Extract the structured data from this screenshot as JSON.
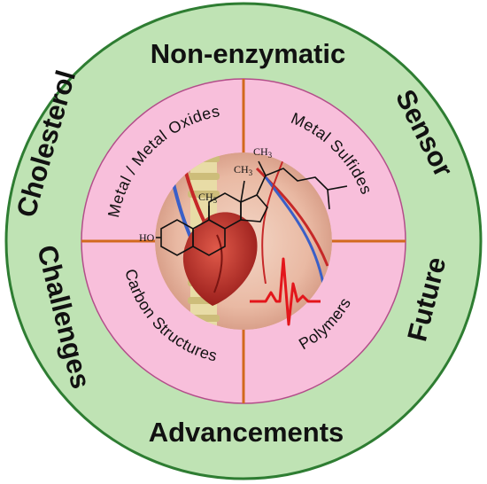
{
  "outer_labels": {
    "top": "Non-enzymatic",
    "right_top": "Sensor",
    "right_bottom": "Future",
    "bottom": "Advancements",
    "left_bottom": "Challenges",
    "left_top": "Cholesterol"
  },
  "quadrants": {
    "top_left": "Metal / Metal Oxides",
    "top_right": "Metal Sulfides",
    "bottom_left": "Carbon Structures",
    "bottom_right": "Polymers"
  },
  "molecule": {
    "group_ch3_top": "CH3",
    "group_ch3_mid": "CH3",
    "group_ch3_left": "CH3",
    "group_ho": "HO"
  },
  "colors": {
    "outer_ring": "#bfe3b4",
    "inner_ring": "#f8bfdb",
    "divider": "#d2691e",
    "ecg_line": "#e3161b"
  }
}
